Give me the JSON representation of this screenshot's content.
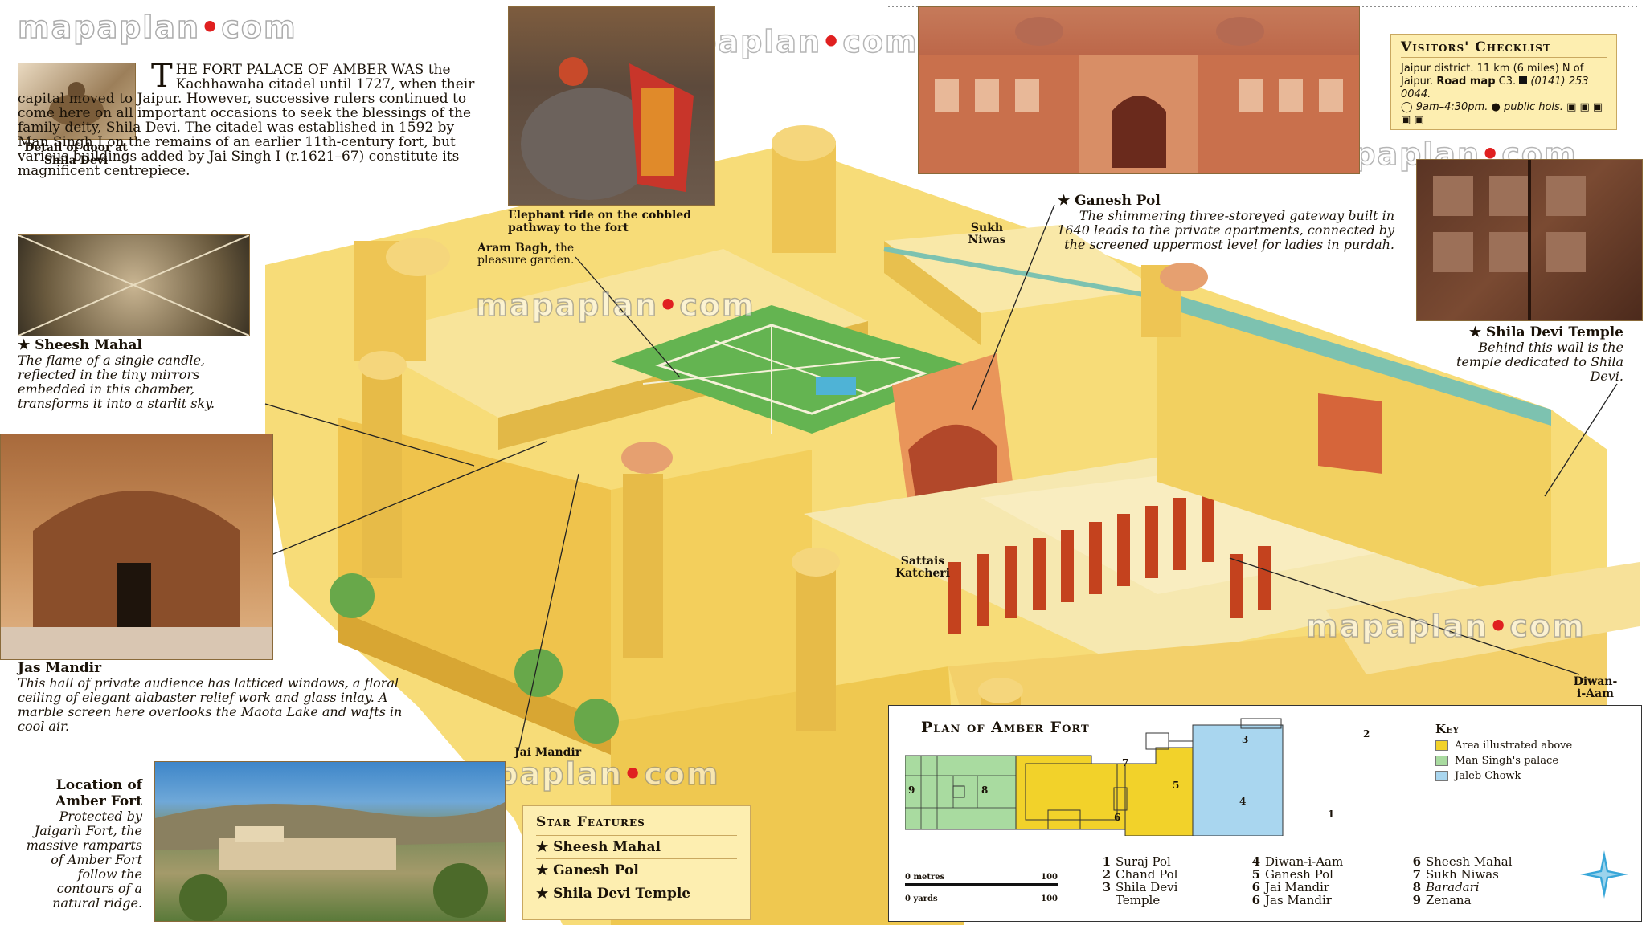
{
  "watermark": {
    "pre": "mapaplan",
    "dot": "•",
    "post": "com"
  },
  "intro": {
    "dropcap": "T",
    "text": "HE FORT PALACE OF AMBER WAS the Kachhawaha citadel until 1727, when their capital moved to Jaipur. However, successive rulers continued to come here on all important occasions to seek the blessings of the family deity, Shila Devi. The citadel was established in 1592 by Man Singh I on the remains of an earlier 11th-century fort, but various buildings added by Jai Singh I (r.1621–67) constitute its magnificent centrepiece."
  },
  "captions": {
    "door_detail": "Detail of door at Shila Devi",
    "elephant": "Elephant ride on the cobbled pathway to the fort"
  },
  "sheesh_mahal": {
    "title": "★ Sheesh Mahal",
    "text": "The flame of a single candle, reflected in the tiny mirrors embedded in this chamber, transforms it into a starlit sky."
  },
  "jas_mandir": {
    "title": "Jas Mandir",
    "text": "This hall of private audience has latticed windows, a floral ceiling of elegant alabaster relief work and glass inlay. A marble screen here overlooks the Maota Lake and wafts in cool air."
  },
  "location": {
    "title": "Location of Amber Fort",
    "text": "Protected by Jaigarh Fort, the massive ramparts of Amber Fort follow the contours of a natural ridge."
  },
  "ganesh_pol": {
    "title": "★ Ganesh Pol",
    "text": "The shimmering three-storeyed gateway built in 1640 leads to the private apartments, connected by the screened uppermost level for ladies in purdah."
  },
  "shila_devi": {
    "title": "★ Shila Devi Temple",
    "text": "Behind this wall is the temple dedicated to Shila Devi."
  },
  "labels": {
    "aram_bagh_bold": "Aram Bagh,",
    "aram_bagh_rest": " the pleasure garden.",
    "sukh_niwas": "Sukh Niwas",
    "sattais_katcheri": "Sattais Katcheri",
    "jai_mandir": "Jai Mandir",
    "diwan_i_aam": "Diwan-i-Aam"
  },
  "checklist": {
    "title": "Visitors' Checklist",
    "line1": "Jaipur district. 11 km (6 miles) N of",
    "line2_pre": "Jaipur. ",
    "line2_bold": "Road map",
    "line2_post": " C3.",
    "phone": "(0141) 253 0044.",
    "hours": "9am–4:30pm.",
    "closed": "public hols."
  },
  "star_features": {
    "title": "Star Features",
    "items": [
      "★ Sheesh Mahal",
      "★ Ganesh Pol",
      "★ Shila Devi Temple"
    ]
  },
  "plan": {
    "title": "Plan of Amber Fort",
    "scale_metres": "0 metres",
    "scale_metres_end": "100",
    "scale_yards": "0 yards",
    "scale_yards_end": "100",
    "legend": [
      [
        "1",
        "Suraj Pol"
      ],
      [
        "2",
        "Chand Pol"
      ],
      [
        "3",
        "Shila Devi Temple"
      ],
      [
        "4",
        "Diwan-i-Aam"
      ],
      [
        "5",
        "Ganesh Pol"
      ],
      [
        "6",
        "Jai Mandir"
      ],
      [
        "6",
        "Jas Mandir"
      ],
      [
        "6",
        "Sheesh Mahal"
      ],
      [
        "7",
        "Sukh Niwas"
      ],
      [
        "8",
        "Baradari"
      ],
      [
        "9",
        "Zenana"
      ]
    ],
    "key_title": "Key",
    "key": [
      {
        "label": "Area illustrated above",
        "color": "#f2d22a"
      },
      {
        "label": "Man Singh's palace",
        "color": "#a9dba0"
      },
      {
        "label": "Jaleb Chowk",
        "color": "#a9d6ef"
      }
    ],
    "numbers": [
      "1",
      "2",
      "3",
      "4",
      "5",
      "6",
      "7",
      "8",
      "9"
    ]
  },
  "colors": {
    "wall": "#f3d466",
    "wall_shade": "#e4b83c",
    "roof": "#f7e69a",
    "accent": "#c4421e"
  }
}
